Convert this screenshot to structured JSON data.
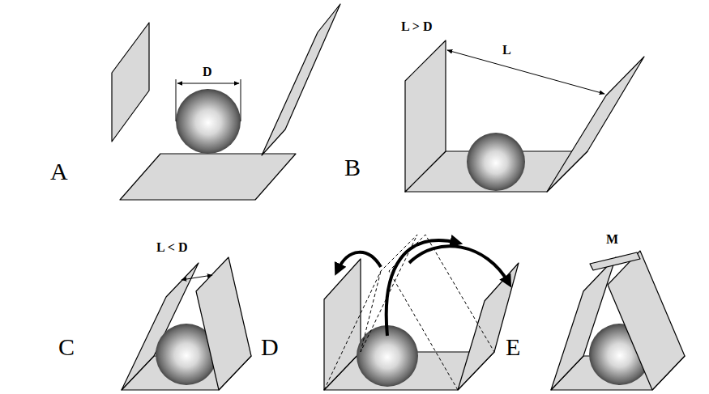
{
  "diagram": {
    "labels": [
      "D",
      "A",
      "L > D",
      "L",
      "B",
      "L < D",
      "C",
      "D",
      "E",
      "M"
    ]
  }
}
